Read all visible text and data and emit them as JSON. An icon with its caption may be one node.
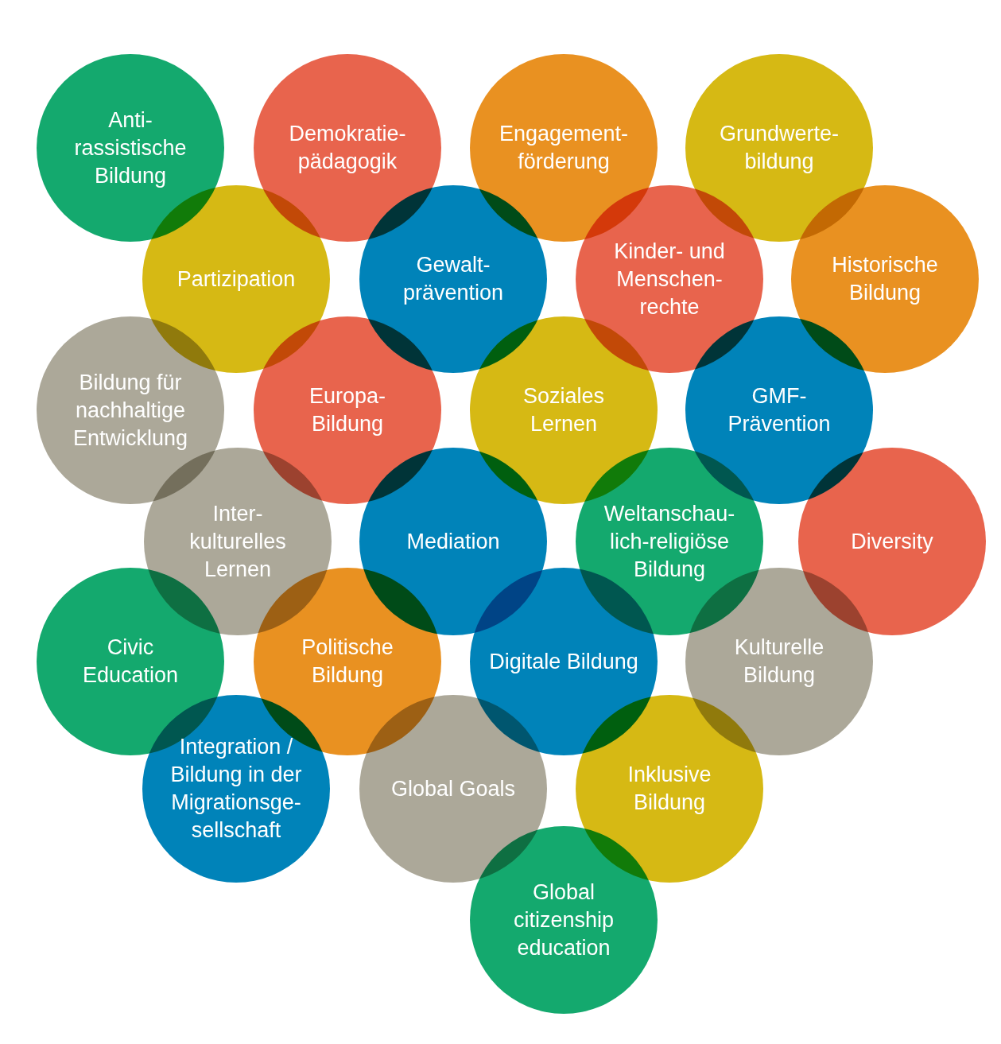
{
  "diagram": {
    "nodes": [
      {
        "text": [
          "Anti- rassistische Bildung"
        ]
      },
      {
        "text": [
          "Demokratie- pädagogik"
        ]
      },
      {
        "text": [
          "Engagement- förderung"
        ]
      },
      {
        "text": [
          "Grundwerte- bildung"
        ]
      },
      {
        "text": [
          "Partizipation"
        ]
      },
      {
        "text": [
          "Gewalt- prävention"
        ]
      },
      {
        "text": [
          "Kinder- und Menschen- rechte"
        ]
      },
      {
        "text": [
          "Historische Bildung"
        ]
      },
      {
        "text": [
          "Bildung für nachhaltige Entwicklung"
        ]
      },
      {
        "text": [
          "Europa- Bildung"
        ]
      },
      {
        "text": [
          "Soziales Lernen"
        ]
      },
      {
        "text": [
          "GMF- Prävention"
        ]
      },
      {
        "text": [
          "Inter- kulturelles Lernen"
        ]
      },
      {
        "text": [
          "Mediation"
        ]
      },
      {
        "text": [
          "Weltanschau- lich-religiöse Bildung"
        ]
      },
      {
        "text": [
          "Diversity"
        ]
      },
      {
        "text": [
          "Civic Education"
        ]
      },
      {
        "text": [
          "Politische Bildung"
        ]
      },
      {
        "text": [
          "Digitale Bildung"
        ]
      },
      {
        "text": [
          "Kulturelle Bildung"
        ]
      },
      {
        "text": [
          "Integration / Bildung in der Migrationsge- sellschaft"
        ]
      },
      {
        "text": [
          "Global Goals"
        ]
      },
      {
        "text": [
          "Inklusive Bildung"
        ]
      },
      {
        "text": [
          "Global citizenship education"
        ]
      }
    ]
  }
}
